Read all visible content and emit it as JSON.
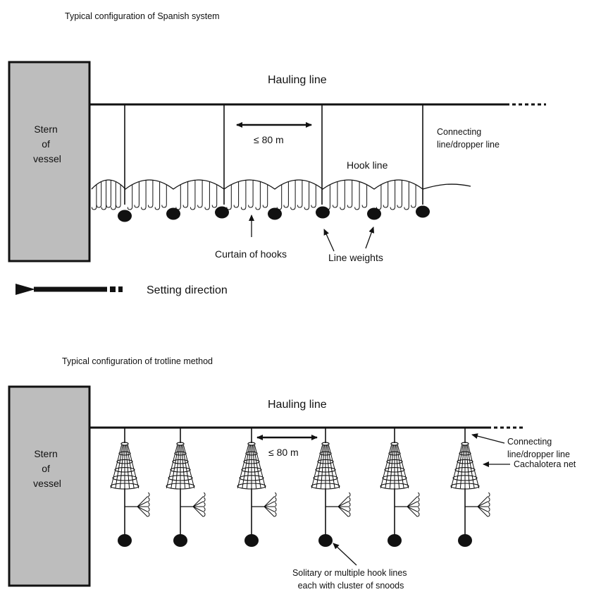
{
  "top_panel": {
    "title": "Typical configuration of Spanish system",
    "stern_label_lines": [
      "Stern",
      "of",
      "vessel"
    ],
    "hauling_line": "Hauling line",
    "spacing": "≤ 80 m",
    "connecting_line_lines": [
      "Connecting",
      "line/dropper line"
    ],
    "hook_line": "Hook line",
    "curtain_of_hooks": "Curtain of hooks",
    "line_weights": "Line weights",
    "setting_direction": "Setting direction"
  },
  "bottom_panel": {
    "title": "Typical configuration of trotline method",
    "stern_label_lines": [
      "Stern",
      "of",
      "vessel"
    ],
    "hauling_line": "Hauling line",
    "spacing": "≤ 80 m",
    "connecting_line_lines": [
      "Connecting",
      "line/dropper line"
    ],
    "cachalotera_net": "Cachalotera net",
    "hook_lines_lines": [
      "Solitary or multiple hook lines",
      "each with cluster of snoods"
    ]
  },
  "colors": {
    "stern_fill": "#bdbdbd",
    "ink": "#111111"
  }
}
